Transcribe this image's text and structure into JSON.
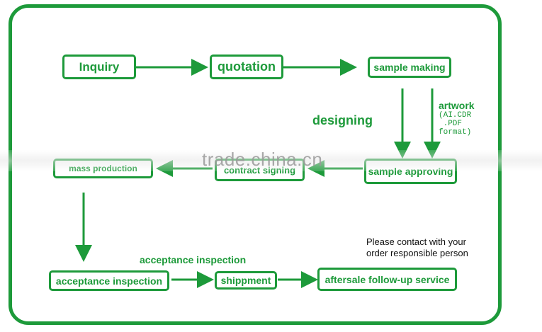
{
  "nodes": {
    "inquiry": "Inquiry",
    "quotation": "quotation",
    "sample_making": "sample making",
    "sample_approving": "sample approving",
    "contract_signing": "contract signing",
    "mass_production": "mass production",
    "acceptance_inspection": "acceptance inspection",
    "shippment": "shippment",
    "aftersale": "aftersale follow-up service"
  },
  "labels": {
    "designing": "designing",
    "artwork": "artwork",
    "artwork_formats": "(AI.CDR\n .PDF\nformat)",
    "acceptance_inspection_caption": "acceptance inspection",
    "contact_note": "Please contact with your\norder responsible person"
  },
  "watermark": "trade.china.cn",
  "colors": {
    "accent": "#1d9a3a"
  }
}
